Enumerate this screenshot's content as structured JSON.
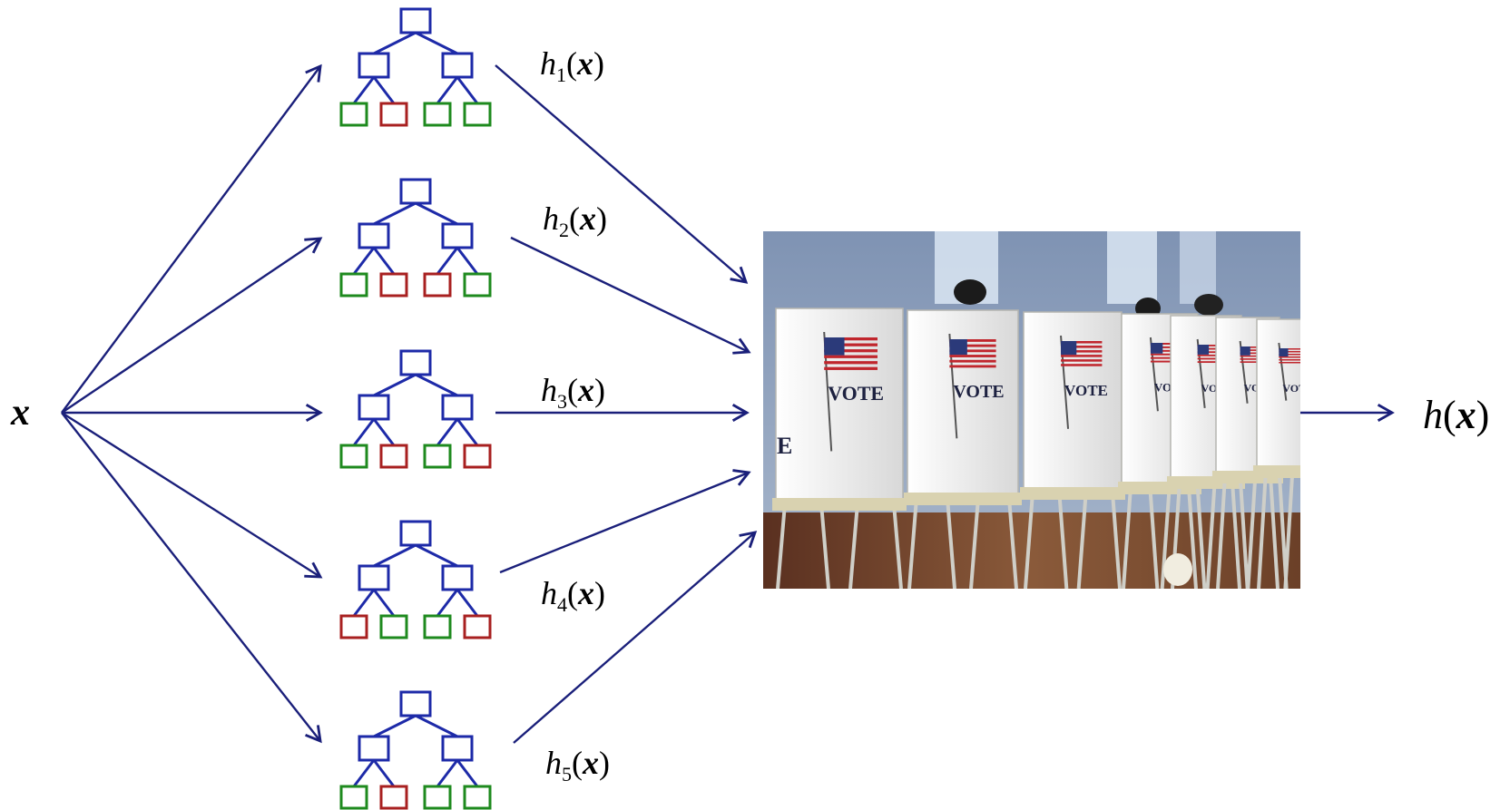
{
  "input": {
    "var": "x"
  },
  "output": {
    "func": "h",
    "var": "x"
  },
  "trees": [
    {
      "label_func": "h",
      "label_sub": "1",
      "label_var": "x",
      "leaves": [
        "green",
        "red",
        "green",
        "green"
      ]
    },
    {
      "label_func": "h",
      "label_sub": "2",
      "label_var": "x",
      "leaves": [
        "green",
        "red",
        "red",
        "green"
      ]
    },
    {
      "label_func": "h",
      "label_sub": "3",
      "label_var": "x",
      "leaves": [
        "green",
        "red",
        "green",
        "red"
      ]
    },
    {
      "label_func": "h",
      "label_sub": "4",
      "label_var": "x",
      "leaves": [
        "red",
        "green",
        "green",
        "red"
      ]
    },
    {
      "label_func": "h",
      "label_sub": "5",
      "label_var": "x",
      "leaves": [
        "green",
        "red",
        "green",
        "green"
      ]
    }
  ],
  "photo": {
    "booth_texts": [
      "VOTE",
      "VOTE",
      "VOTE",
      "VOTE",
      "VOTE",
      "VOTE",
      "VOTE"
    ],
    "side_letter": "E"
  },
  "colors": {
    "arrow": "#1a1f7a",
    "node": "#1d2aa8",
    "leaf_green": "#1e8a1e",
    "leaf_red": "#a82020",
    "text": "#000000"
  }
}
